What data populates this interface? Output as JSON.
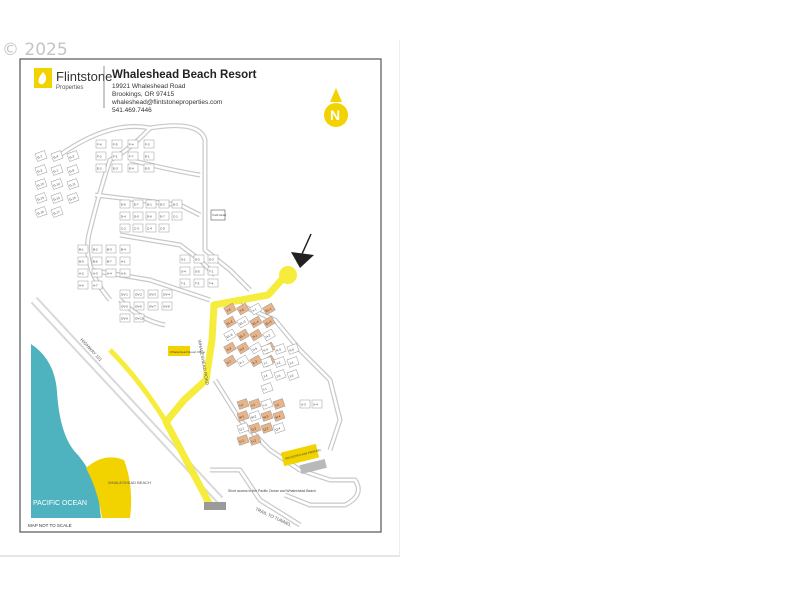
{
  "copyright": "© 2025",
  "header": {
    "brand_name": "Flintstone",
    "brand_sub": "Properties",
    "title": "Whaleshead Beach Resort",
    "address_line1": "19921 Whaleshead Road",
    "address_line2": "Brookings, OR 97415",
    "email": "whaleshead@flintstoneproperties.com",
    "phone": "541.469.7446"
  },
  "compass": {
    "label": "N",
    "color": "#f2d300"
  },
  "colors": {
    "road": "#f5ec3c",
    "water": "#4fb3bf",
    "beach": "#f2d300",
    "unit_highlight": "#e8b48a",
    "unit_outline": "#9a9a9a"
  },
  "labels": {
    "pacific_ocean": "PACIFIC OCEAN",
    "whaleshead_beach": "WHALESHEAD BEACH",
    "highway": "HIGHWAY 101",
    "whaleshead_road": "WHALESHEAD ROAD",
    "trail_tunnel": "TRAIL TO TUNNEL",
    "note": "Short access to the Pacific Ocean and Whaleshead Beach",
    "not_to_scale": "MAP NOT TO SCALE",
    "office_sign": "Whaleshead Resort Office",
    "registration_sign": "REGISTRATION PARKING",
    "youth_sign": "Youth Center"
  },
  "units": [
    "G-7",
    "G-4",
    "G-3",
    "G-2",
    "G-1",
    "G-8",
    "G-10",
    "G-12",
    "G-11",
    "G-13",
    "G-14",
    "G-15",
    "G-16",
    "G-17",
    "F-6",
    "F-5",
    "F-4",
    "F-3",
    "F-2",
    "F-1",
    "F-7",
    "E-1",
    "E-2",
    "E-3",
    "E-4",
    "E-5",
    "E-6",
    "E-7",
    "D-1",
    "D-2",
    "D-3",
    "D-4",
    "D-5",
    "D-6",
    "D-7",
    "C-1",
    "C-2",
    "C-3",
    "C-4",
    "C-5",
    "B-1",
    "B-2",
    "B-3",
    "B-4",
    "B-5",
    "B-6",
    "B-7",
    "A-1",
    "A-2",
    "A-3",
    "A-4",
    "A-5",
    "A-6",
    "A-7",
    "OV-1",
    "OV-2",
    "OV-3",
    "OV-4",
    "OV-5",
    "OV-6",
    "OV-7",
    "OV-8",
    "OV-9",
    "OV-10",
    "S-1",
    "S-2",
    "S-3",
    "S-4",
    "S-5",
    "T-1",
    "T-2",
    "T-3",
    "T-4",
    "T-5",
    "T-6",
    "T-7",
    "EL-1",
    "EL-2",
    "EL-3",
    "EL-4",
    "EL-5",
    "EL-6",
    "EL-7",
    "H-1",
    "H-2",
    "H-3",
    "H-4",
    "H-5",
    "H-6",
    "H-7",
    "K-1",
    "K-2",
    "K-3",
    "K-4",
    "K-5",
    "K-6",
    "J-1",
    "J-2",
    "J-3",
    "J-4",
    "J-5",
    "J-6",
    "I-1",
    "I-2",
    "I-3",
    "I-4",
    "I-5",
    "M-1",
    "M-2",
    "M-3",
    "M-4",
    "Q-1",
    "Q-2",
    "Q-3",
    "Q-4",
    "U-1",
    "U-2",
    "U-3",
    "U-4"
  ]
}
